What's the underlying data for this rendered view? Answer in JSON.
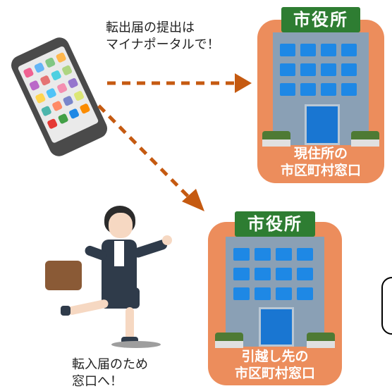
{
  "caption_top": "転出届の提出は\nマイナポータルで！",
  "caption_bottom": "転入届のため\n窓口へ！",
  "building_top": {
    "sign": "市役所",
    "label": "現住所の\n市区町村窓口"
  },
  "building_bottom": {
    "sign": "市役所",
    "label": "引越し先の\n市区町村窓口"
  },
  "colors": {
    "card": "#ec8d5c",
    "arrow": "#c55a11",
    "sign": "#2e7d32",
    "window": "#1e88e5"
  },
  "icons": [
    "smartphone-icon",
    "city-hall-icon",
    "running-woman-icon",
    "briefcase-icon",
    "arrow-right-icon",
    "arrow-diagonal-icon"
  ]
}
